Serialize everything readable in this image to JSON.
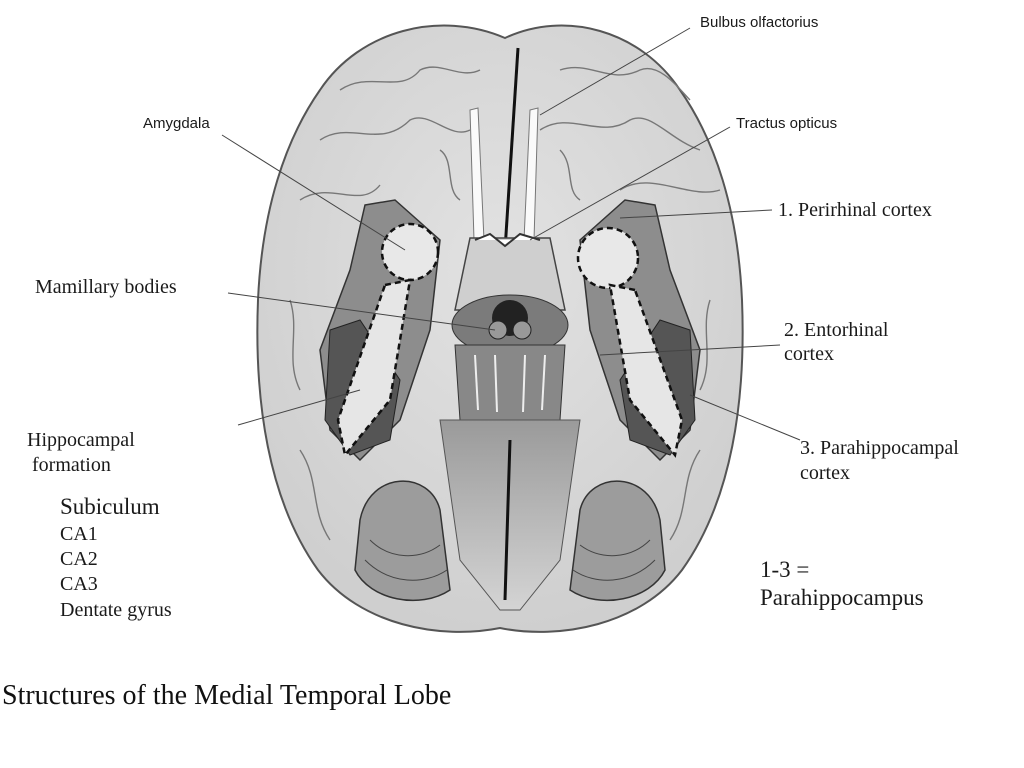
{
  "title": "Structures of the Medial Temporal Lobe",
  "labels": {
    "bulbus_olfactorius": "Bulbus olfactorius",
    "tractus_opticus": "Tractus opticus",
    "amygdala": "Amygdala",
    "perirhinal": "1. Perirhinal cortex",
    "mamillary": "Mamillary bodies",
    "entorhinal_1": "2. Entorhinal",
    "entorhinal_2": "cortex",
    "parahippocampal_1": "3. Parahippocampal",
    "parahippocampal_2": "cortex",
    "hippocampal_1": "Hippocampal",
    "hippocampal_2": " formation"
  },
  "hippocampal_parts": [
    "Subiculum",
    "CA1",
    "CA2",
    "CA3",
    "Dentate gyrus"
  ],
  "note": {
    "line1": "1-3 =",
    "line2": "Parahippocampus"
  }
}
